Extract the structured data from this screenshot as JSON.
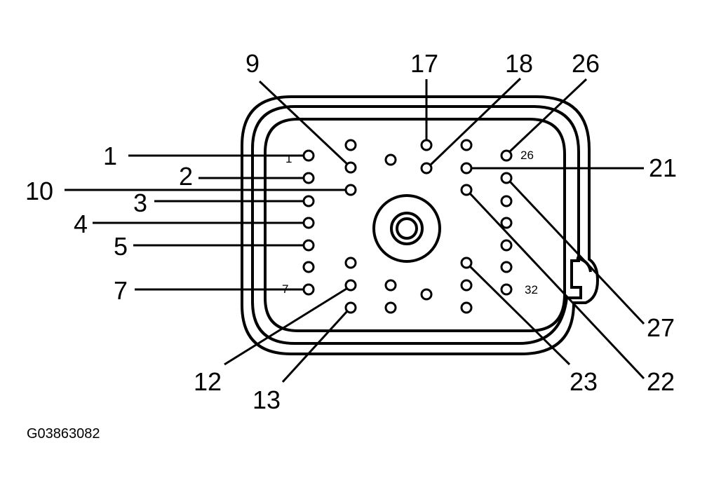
{
  "figure_code": "G03863082",
  "callouts": [
    "1",
    "2",
    "10",
    "3",
    "4",
    "5",
    "7",
    "9",
    "17",
    "18",
    "26",
    "21",
    "27",
    "22",
    "23",
    "12",
    "13"
  ],
  "pin_markings": [
    "1",
    "26",
    "7",
    "32"
  ],
  "colors": {
    "line": "#000000",
    "background": "#ffffff"
  }
}
